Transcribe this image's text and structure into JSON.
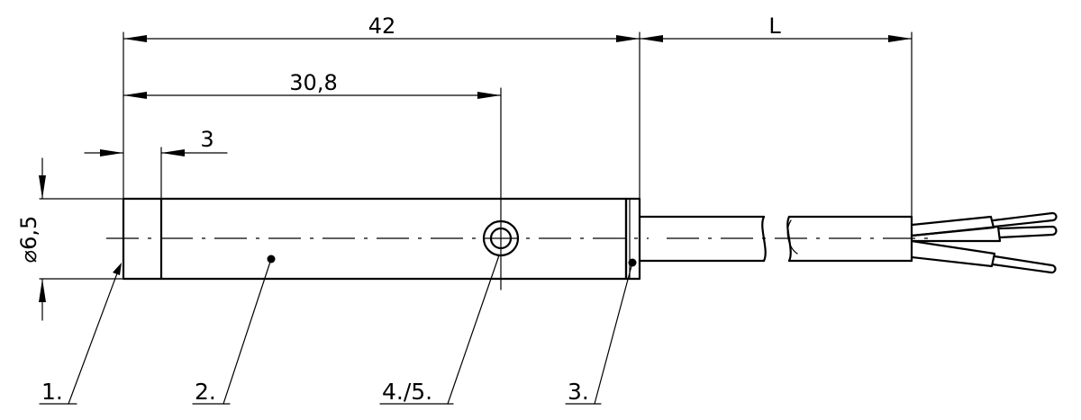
{
  "dimensions": {
    "overall_length": "42",
    "offset_to_hole": "30,8",
    "front_cap": "3",
    "cable_length": "L",
    "diameter": "⌀6,5"
  },
  "callouts": {
    "c1": "1.",
    "c2": "2.",
    "c3": "3.",
    "c45": "4./5."
  }
}
